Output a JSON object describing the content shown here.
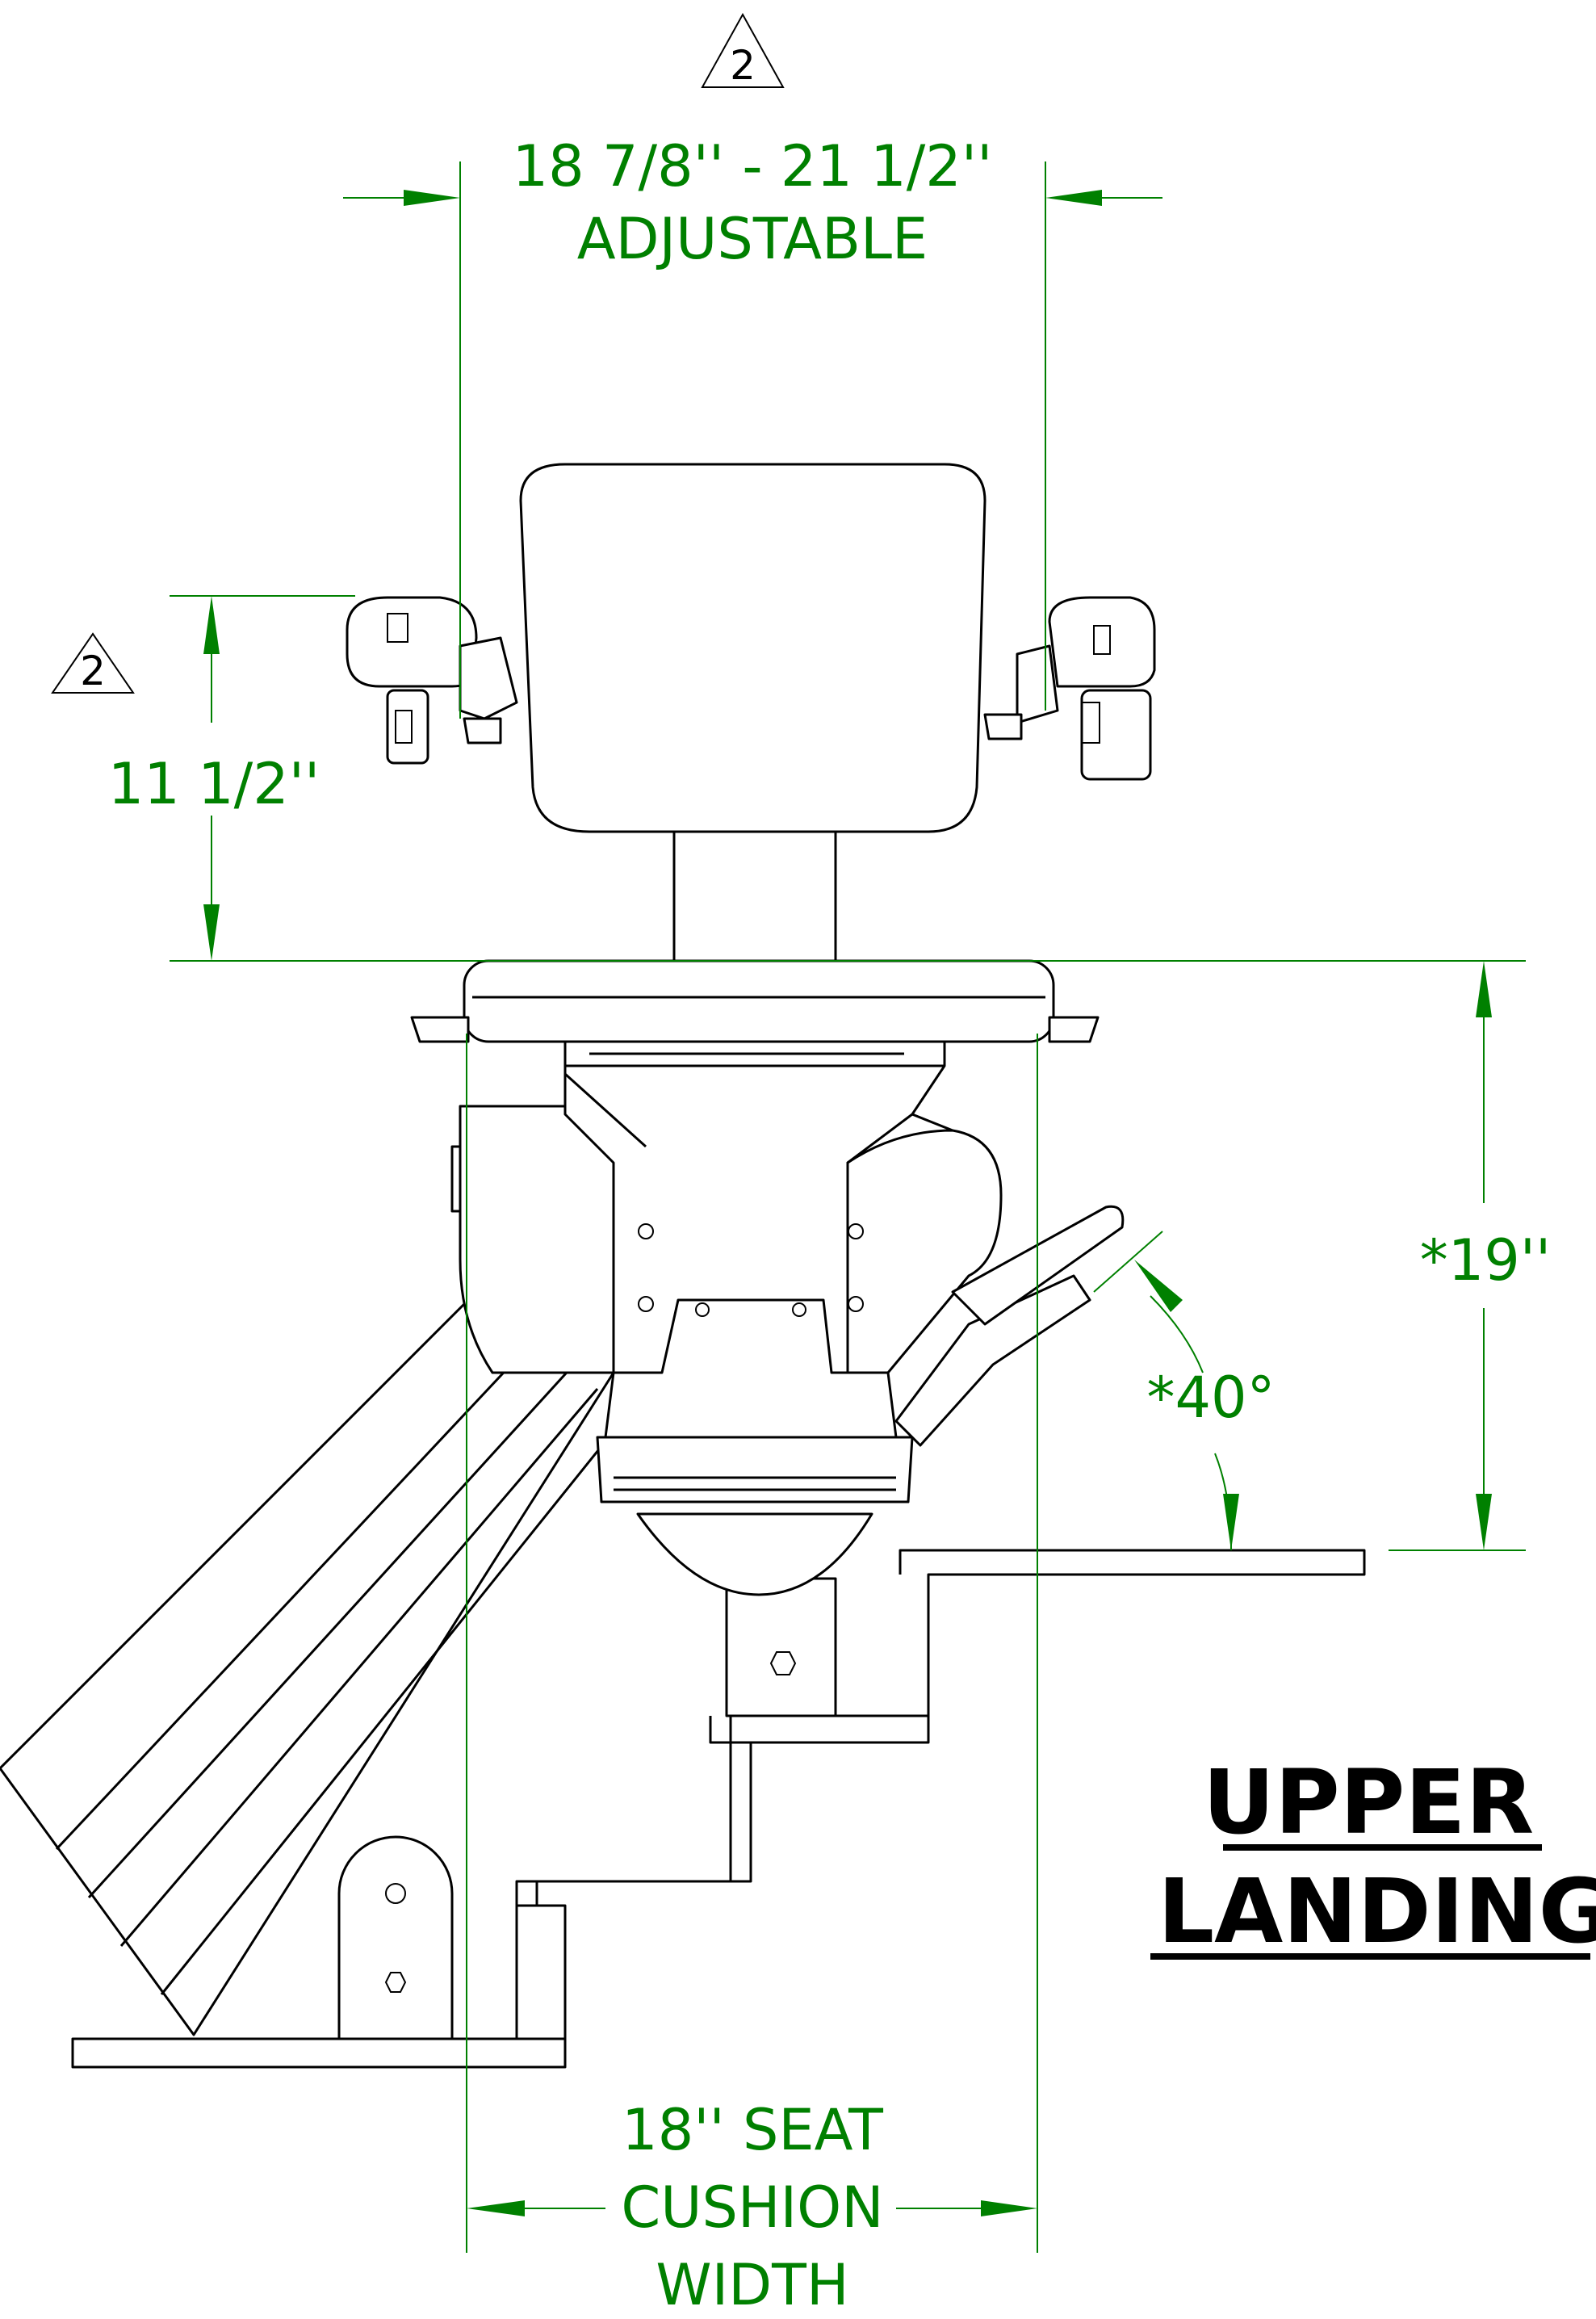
{
  "dimensions": {
    "armrest_width": "18 7/8'' - 21 1/2''",
    "armrest_width_note": "ADJUSTABLE",
    "armrest_height": "11 1/2''",
    "seat_height": "*19''",
    "angle": "*40°",
    "seat_width_line1": "18'' SEAT",
    "seat_width_line2": "CUSHION",
    "seat_width_line3": "WIDTH"
  },
  "callouts": {
    "top_triangle": "2",
    "left_triangle": "2"
  },
  "title": {
    "line1": "UPPER",
    "line2": "LANDING"
  },
  "colors": {
    "dimension": "#008000",
    "drawing": "#000000"
  }
}
